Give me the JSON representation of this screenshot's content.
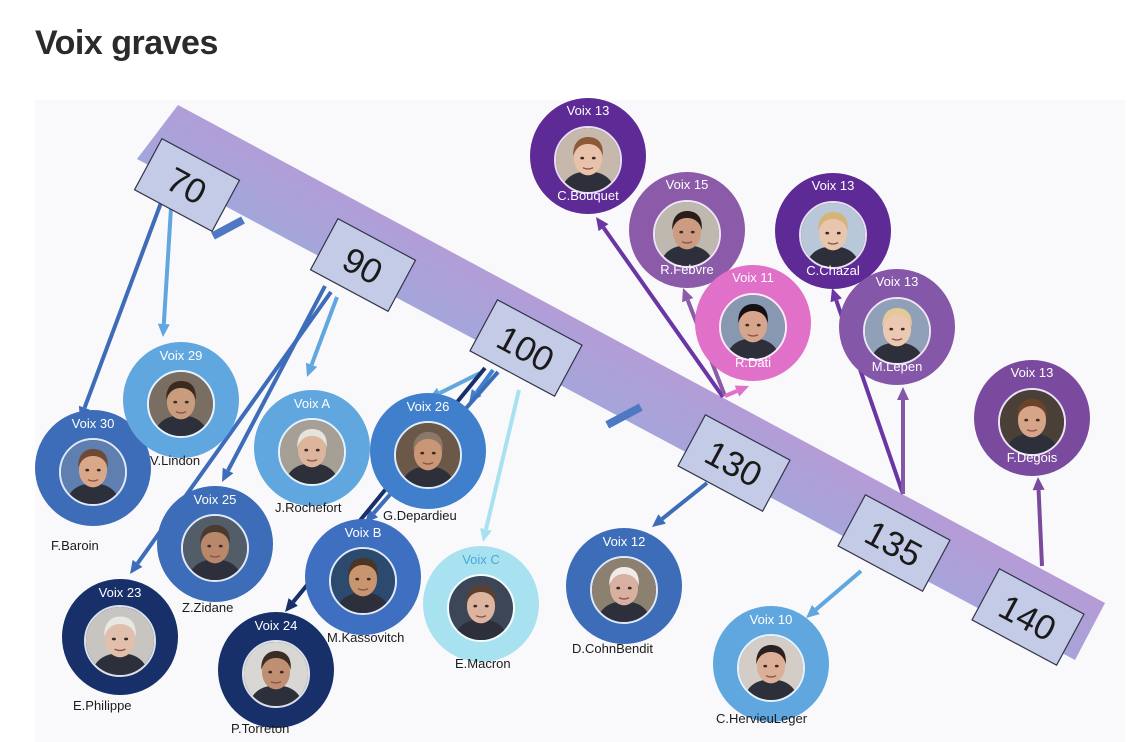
{
  "title": "Voix graves",
  "scale_labels": [
    "70",
    "90",
    "100",
    "130",
    "135",
    "140"
  ],
  "people": [
    {
      "id": "f-baroin",
      "voice": "Voix 30",
      "name": "F.Baroin",
      "ring": "#3d6cb8",
      "photo": {
        "skin": "#d9a888",
        "hair": "#6e4a35",
        "bg": "#5f7fb0"
      }
    },
    {
      "id": "v-lindon",
      "voice": "Voix 29",
      "name": "V.Lindon",
      "ring": "#60a7e0",
      "photo": {
        "skin": "#c99c7e",
        "hair": "#3a2a20",
        "bg": "#7a6d62"
      }
    },
    {
      "id": "j-rochefort",
      "voice": "Voix A",
      "name": "J.Rochefort",
      "ring": "#60a7e0",
      "photo": {
        "skin": "#ddb59c",
        "hair": "#e6e2dc",
        "bg": "#a59f96"
      }
    },
    {
      "id": "g-depardieu",
      "voice": "Voix 26",
      "name": "G.Depardieu",
      "ring": "#3f7fcc",
      "photo": {
        "skin": "#c99676",
        "hair": "#8a7868",
        "bg": "#6c5848"
      }
    },
    {
      "id": "z-zidane",
      "voice": "Voix 25",
      "name": "Z.Zidane",
      "ring": "#3d6cb8",
      "photo": {
        "skin": "#b9876a",
        "hair": "#4a3a30",
        "bg": "#535d68"
      }
    },
    {
      "id": "e-philippe",
      "voice": "Voix 23",
      "name": "E.Philippe",
      "ring": "#18306a",
      "photo": {
        "skin": "#e0c0ac",
        "hair": "#e9e7e4",
        "bg": "#c8c4c0"
      }
    },
    {
      "id": "m-kassovitch",
      "voice": "Voix B",
      "name": "M.Kassovitch",
      "ring": "#3f6fc0",
      "photo": {
        "skin": "#c9956f",
        "hair": "#4b3526",
        "bg": "#2c4a6e"
      }
    },
    {
      "id": "p-torreton",
      "voice": "Voix 24",
      "name": "P.Torreton",
      "ring": "#18306a",
      "photo": {
        "skin": "#c08f72",
        "hair": "#3a2d26",
        "bg": "#d9d7d3"
      }
    },
    {
      "id": "e-macron",
      "voice": "Voix C",
      "name": "E.Macron",
      "ring": "#a8e2f0",
      "photo": {
        "skin": "#ddb4a0",
        "hair": "#5a4030",
        "bg": "#3c4656"
      }
    },
    {
      "id": "d-cohnbendit",
      "voice": "Voix 12",
      "name": "D.CohnBendit",
      "ring": "#3d6cb8",
      "photo": {
        "skin": "#d9b0a0",
        "hair": "#efece8",
        "bg": "#8c8070"
      }
    },
    {
      "id": "c-hervieuleger",
      "voice": "Voix 10",
      "name": "C.HervieuLeger",
      "ring": "#60a7e0",
      "photo": {
        "skin": "#dcb098",
        "hair": "#2a2020",
        "bg": "#d4ccc6"
      }
    },
    {
      "id": "c-bouquet",
      "voice": "Voix 13",
      "name": "C.Bouquet",
      "ring": "#5e2a95",
      "photo": {
        "skin": "#e8c2aa",
        "hair": "#8c5a38",
        "bg": "#c6b8aa"
      }
    },
    {
      "id": "r-febvre",
      "voice": "Voix 15",
      "name": "R.Febvre",
      "ring": "#8b5aa8",
      "photo": {
        "skin": "#cc9c82",
        "hair": "#2a1e1a",
        "bg": "#bfb8ae"
      }
    },
    {
      "id": "r-dati",
      "voice": "Voix 11",
      "name": "R.Dati",
      "ring": "#e070c8",
      "photo": {
        "skin": "#d7a48c",
        "hair": "#151012",
        "bg": "#8898b0"
      }
    },
    {
      "id": "c-chazal",
      "voice": "Voix 13",
      "name": "C.Chazal",
      "ring": "#5e2a95",
      "photo": {
        "skin": "#e8c6ae",
        "hair": "#d6b478",
        "bg": "#b8c8d8"
      }
    },
    {
      "id": "m-lepen",
      "voice": "Voix 13",
      "name": "M.Lepen",
      "ring": "#8457a8",
      "photo": {
        "skin": "#ecc8b2",
        "hair": "#e2ca98",
        "bg": "#90a0b8"
      }
    },
    {
      "id": "f-degois",
      "voice": "Voix 13",
      "name": "F.Degois",
      "ring": "#7a4a9e",
      "photo": {
        "skin": "#d6a488",
        "hair": "#6a4428",
        "bg": "#4a4038"
      }
    }
  ]
}
